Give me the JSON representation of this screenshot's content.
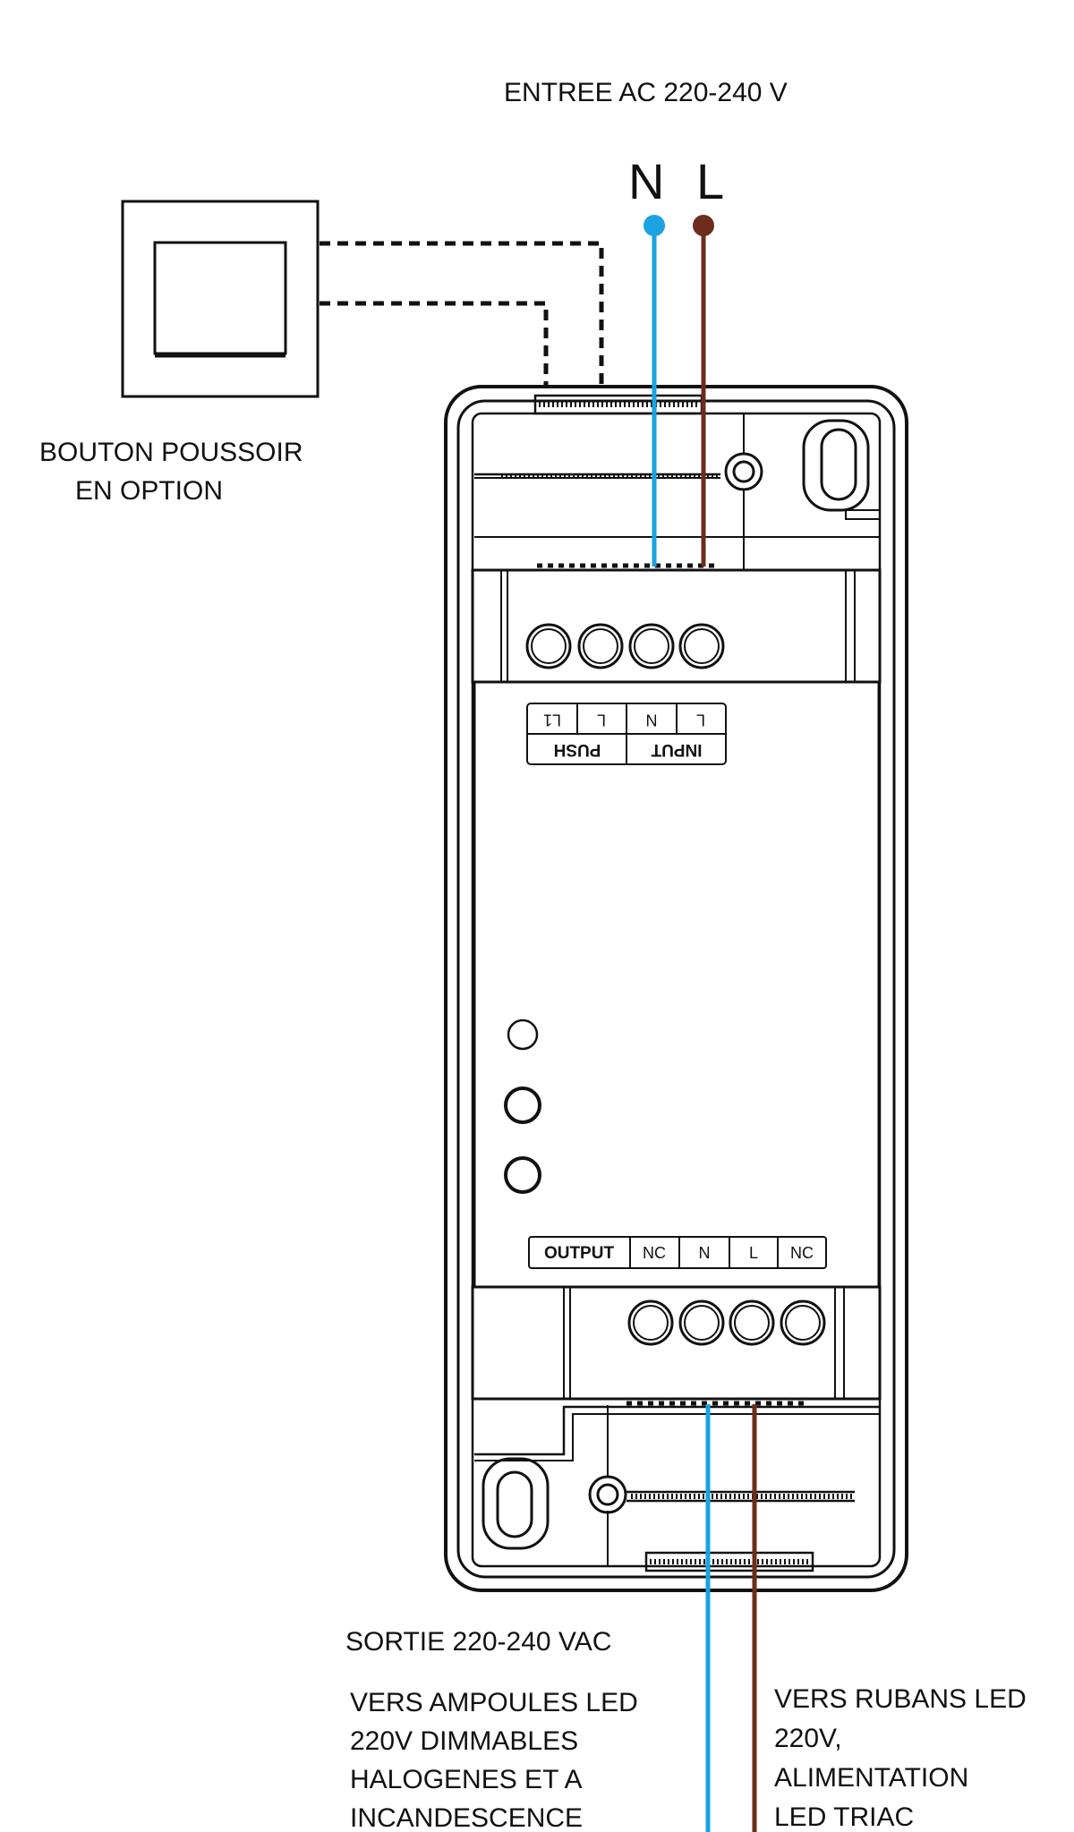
{
  "title": "ENTREE AC 220-240 V",
  "input_wires": {
    "neutral_label": "N",
    "live_label": "L"
  },
  "push_button": {
    "label_line1": "BOUTON POUSSOIR",
    "label_line2": "EN OPTION"
  },
  "input_terminal": {
    "cells": [
      "L1",
      "L",
      "N",
      "L"
    ],
    "group_push": "PUSH",
    "group_input": "INPUT"
  },
  "output_terminal": {
    "title": "OUTPUT",
    "cells": [
      "NC",
      "N",
      "L",
      "NC"
    ]
  },
  "output": {
    "title": "SORTIE 220-240 VAC",
    "left_lines": [
      "VERS AMPOULES LED",
      "220V DIMMABLES",
      "HALOGENES ET A",
      "INCANDESCENCE"
    ],
    "right_lines": [
      "VERS RUBANS LED",
      "220V,",
      "ALIMENTATION",
      "LED TRIAC"
    ]
  },
  "colors": {
    "neutral_wire": "#1aa3e0",
    "live_wire": "#6e2c1c",
    "line": "#111111"
  }
}
